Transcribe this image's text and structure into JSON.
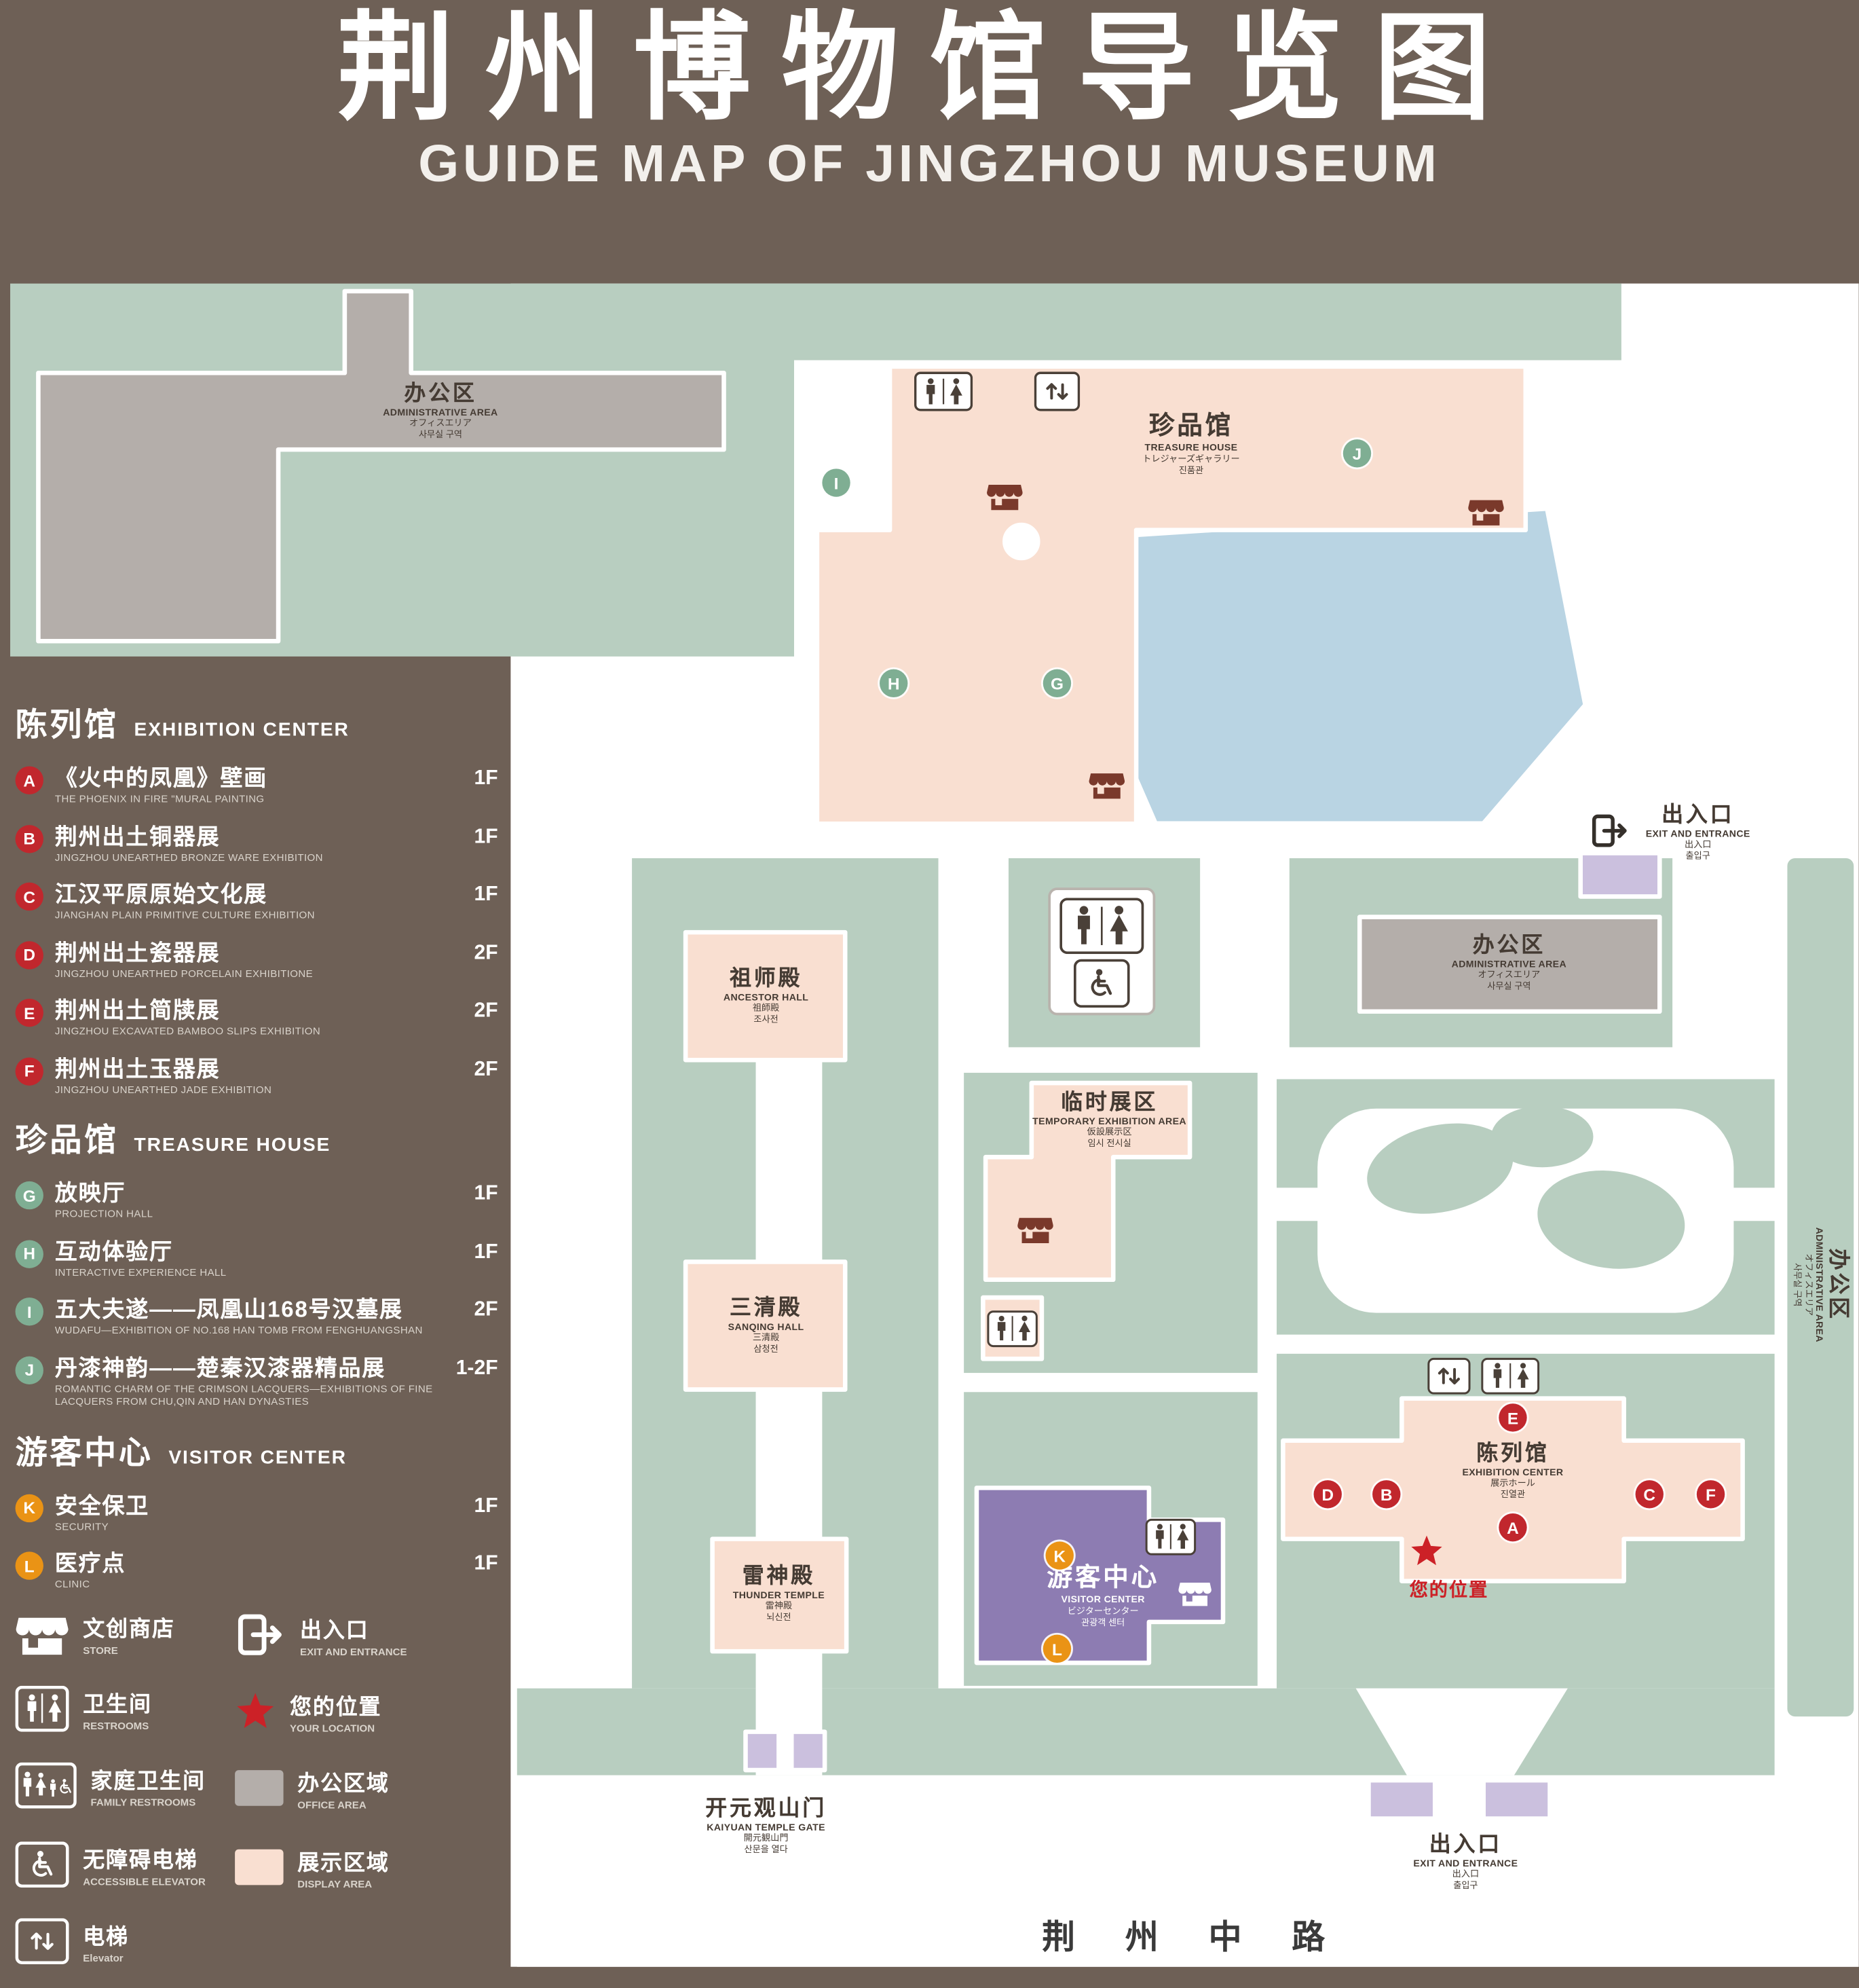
{
  "title": {
    "zh": "荆州博物馆导览图",
    "en": "GUIDE MAP OF JINGZHOU MUSEUM"
  },
  "colors": {
    "background": "#6e6056",
    "lawn": "#b8cec0",
    "display_area": "#f9dfd1",
    "office_area": "#b4aeaa",
    "visitor_center": "#8d7cb2",
    "small_building": "#cbc0de",
    "pond": "#b9d4e3",
    "marker_red": "#c1272d",
    "marker_green": "#7fae93",
    "marker_orange": "#ea9315",
    "location_red": "#cc2127"
  },
  "legend": {
    "sections": [
      {
        "zh": "陈列馆",
        "en": "EXHIBITION CENTER",
        "items": [
          {
            "key": "A",
            "zh": "《火中的凤凰》壁画",
            "en": "THE PHOENIX IN FIRE \"MURAL PAINTING",
            "floor": "1F"
          },
          {
            "key": "B",
            "zh": "荆州出土铜器展",
            "en": "JINGZHOU UNEARTHED BRONZE WARE EXHIBITION",
            "floor": "1F"
          },
          {
            "key": "C",
            "zh": "江汉平原原始文化展",
            "en": "JIANGHAN PLAIN PRIMITIVE CULTURE EXHIBITION",
            "floor": "1F"
          },
          {
            "key": "D",
            "zh": "荆州出土瓷器展",
            "en": "JINGZHOU UNEARTHED PORCELAIN EXHIBITIONE",
            "floor": "2F"
          },
          {
            "key": "E",
            "zh": "荆州出土简牍展",
            "en": "JINGZHOU EXCAVATED BAMBOO SLIPS EXHIBITION",
            "floor": "2F"
          },
          {
            "key": "F",
            "zh": "荆州出土玉器展",
            "en": "JINGZHOU UNEARTHED JADE EXHIBITION",
            "floor": "2F"
          }
        ]
      },
      {
        "zh": "珍品馆",
        "en": "TREASURE HOUSE",
        "items": [
          {
            "key": "G",
            "zh": "放映厅",
            "en": "PROJECTION HALL",
            "floor": "1F"
          },
          {
            "key": "H",
            "zh": "互动体验厅",
            "en": "INTERACTIVE EXPERIENCE HALL",
            "floor": "1F"
          },
          {
            "key": "I",
            "zh": "五大夫遂——凤凰山168号汉墓展",
            "en": "WUDAFU—EXHIBITION OF NO.168 HAN TOMB FROM FENGHUANGSHAN",
            "floor": "2F"
          },
          {
            "key": "J",
            "zh": "丹漆神韵——楚秦汉漆器精品展",
            "en": "ROMANTIC CHARM OF THE CRIMSON LACQUERS—EXHIBITIONS OF FINE LACQUERS FROM CHU,QIN AND HAN DYNASTIES",
            "floor": "1-2F"
          }
        ]
      },
      {
        "zh": "游客中心",
        "en": "VISITOR CENTER",
        "items": [
          {
            "key": "K",
            "zh": "安全保卫",
            "en": "SECURITY",
            "floor": "1F"
          },
          {
            "key": "L",
            "zh": "医疗点",
            "en": "CLINIC",
            "floor": "1F"
          }
        ]
      }
    ],
    "symbols": [
      {
        "icon": "store-icon",
        "zh": "文创商店",
        "en": "STORE"
      },
      {
        "icon": "exit-icon",
        "zh": "出入口",
        "en": "EXIT AND ENTRANCE"
      },
      {
        "icon": "restroom-icon",
        "zh": "卫生间",
        "en": "RESTROOMS"
      },
      {
        "icon": "location-star-icon",
        "zh": "您的位置",
        "en": "YOUR LOCATION"
      },
      {
        "icon": "family-restroom-icon",
        "zh": "家庭卫生间",
        "en": "FAMILY RESTROOMS"
      },
      {
        "icon": "office-area-swatch",
        "zh": "办公区域",
        "en": "OFFICE AREA"
      },
      {
        "icon": "accessible-elevator-icon",
        "zh": "无障碍电梯",
        "en": "ACCESSIBLE ELEVATOR"
      },
      {
        "icon": "display-area-swatch",
        "zh": "展示区域",
        "en": "DISPLAY AREA"
      },
      {
        "icon": "elevator-icon",
        "zh": "电梯",
        "en": "Elevator"
      }
    ]
  },
  "map": {
    "admin_top": {
      "zh": "办公区",
      "en": "ADMINISTRATIVE AREA",
      "jp": "オフィスエリア",
      "kr": "사무실 구역"
    },
    "treasure": {
      "zh": "珍品馆",
      "en": "TREASURE HOUSE",
      "jp": "トレジャーズギャラリー",
      "kr": "진품관"
    },
    "ancestor": {
      "zh": "祖师殿",
      "en": "ANCESTOR HALL",
      "jp": "祖師殿",
      "kr": "조사전"
    },
    "admin_right": {
      "zh": "办公区",
      "en": "ADMINISTRATIVE AREA",
      "jp": "オフィスエリア",
      "kr": "사무실 구역"
    },
    "admin_side": {
      "zh": "办公区",
      "en": "ADMINISTRATIVE AREA",
      "jp": "オフィスエリア",
      "kr": "사무실 구역"
    },
    "temporary": {
      "zh": "临时展区",
      "en": "TEMPORARY EXHIBITION AREA",
      "jp": "仮設展示区",
      "kr": "임시 전시실"
    },
    "sanqing": {
      "zh": "三清殿",
      "en": "SANQING HALL",
      "jp": "三清殿",
      "kr": "삼청전"
    },
    "thunder": {
      "zh": "雷神殿",
      "en": "THUNDER TEMPLE",
      "jp": "雷神殿",
      "kr": "뇌신전"
    },
    "visitor": {
      "zh": "游客中心",
      "en": "VISITOR CENTER",
      "jp": "ビジターセンター",
      "kr": "관광객 센터"
    },
    "exhibition": {
      "zh": "陈列馆",
      "en": "EXHIBITION CENTER",
      "jp": "展示ホール",
      "kr": "진열관"
    },
    "exit_top": {
      "zh": "出入口",
      "en": "EXIT AND ENTRANCE",
      "jp": "出入口",
      "kr": "출입구"
    },
    "exit_bottom": {
      "zh": "出入口",
      "en": "EXIT AND ENTRANCE",
      "jp": "出入口",
      "kr": "출입구"
    },
    "gate": {
      "zh": "开元观山门",
      "en": "KAIYUAN TEMPLE GATE",
      "jp": "開元観山門",
      "kr": "산문을 열다"
    },
    "road": "荆 州 中 路",
    "your_location": "您的位置"
  }
}
